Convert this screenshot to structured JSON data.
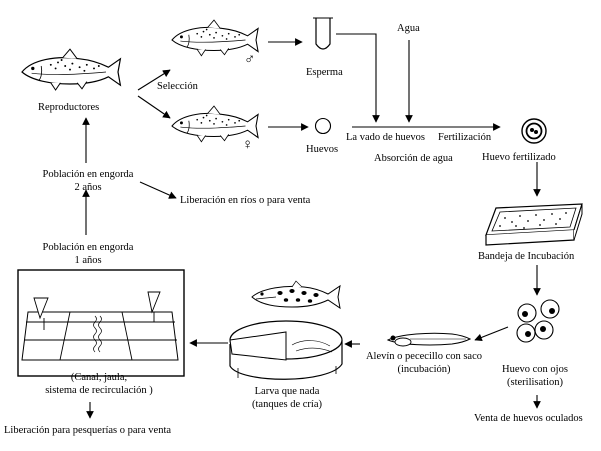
{
  "labels": {
    "reproductores": "Reproductores",
    "seleccion": "Selección",
    "male_symbol": "♂",
    "female_symbol": "♀",
    "esperma": "Esperma",
    "agua": "Agua",
    "huevos": "Huevos",
    "lavado": "La vado de huevos",
    "fertilizacion": "Fertilización",
    "absorcion": "Absorción  de agua",
    "huevo_fertilizado": "Huevo fertilizado",
    "bandeja": "Bandeja de Incubación",
    "huevo_ojos_1": "Huevo con ojos",
    "huevo_ojos_2": "(sterilisation)",
    "venta_huevos": "Venta de huevos oculados",
    "alevin_1": "Alevín o pececillo con saco",
    "alevin_2": "(incubación)",
    "larva_1": "Larva que nada",
    "larva_2": "(tanques de cría)",
    "canal_1": "(Canal, jaula,",
    "canal_2": "sistema de recirculación )",
    "liberacion_pesquerias": "Liberación para pesquerías o para venta",
    "pob1_1": "Población en engorda",
    "pob1_2": "1 años",
    "pob2_1": "Población en engorda",
    "pob2_2": "2 años",
    "liberacion_rios": "Liberación en ríos o para venta"
  }
}
